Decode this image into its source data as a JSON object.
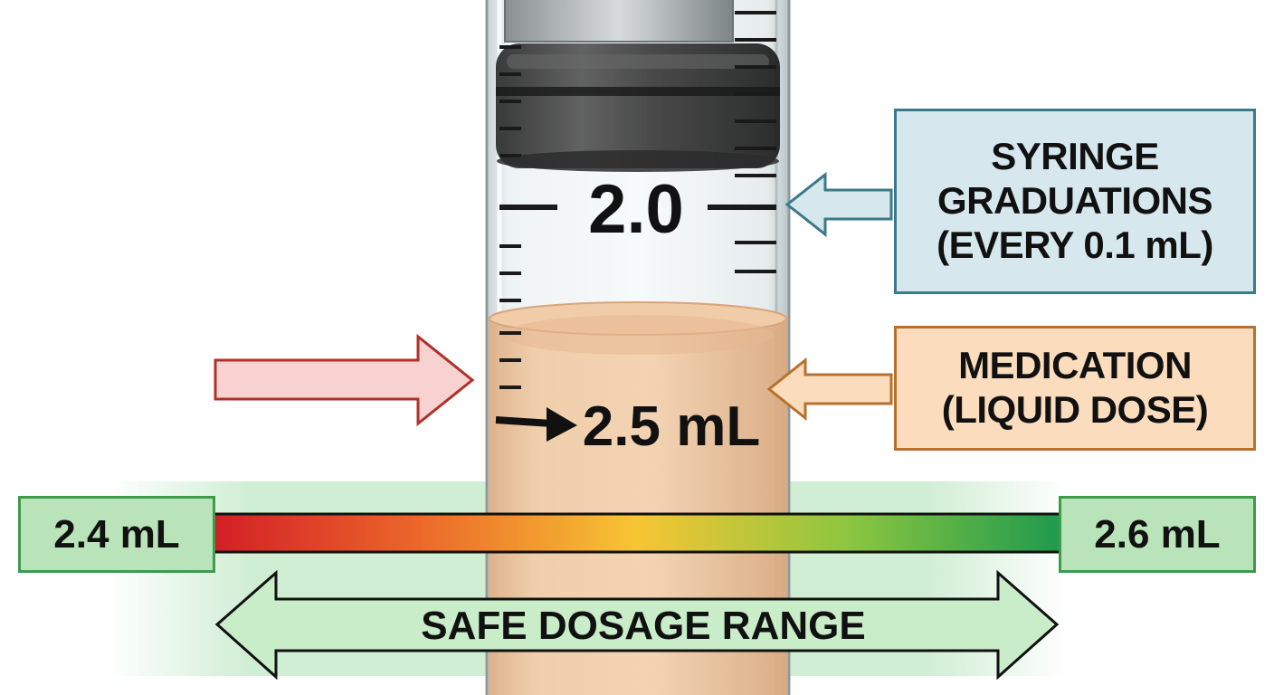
{
  "syringe": {
    "graduation_label": "2.0",
    "dose_label": "2.5 mL",
    "graduation_step_ml": 0.1
  },
  "callouts": {
    "graduations": {
      "lines": [
        "SYRINGE",
        "GRADUATIONS",
        "(EVERY 0.1 mL)"
      ]
    },
    "medication": {
      "lines": [
        "MEDICATION",
        "(LIQUID DOSE)"
      ]
    }
  },
  "range": {
    "min_label": "2.4 mL",
    "max_label": "2.6 mL",
    "caption": "SAFE DOSAGE RANGE",
    "min_ml": 2.4,
    "max_ml": 2.6,
    "dose_ml": 2.5
  },
  "colors": {
    "liquid": "#ecc39a",
    "graduation_border": "#3a7a8a",
    "graduation_fill": "#d6e7ee",
    "medication_border": "#b8702c",
    "medication_fill": "#fbdcbc",
    "range_fill": "#b9e3b9",
    "range_border": "#3f9a4c",
    "indicator_arrow": "#b0302a",
    "gradient_low": "#d21f26",
    "gradient_mid": "#f7c534",
    "gradient_high": "#1f9a4e"
  }
}
